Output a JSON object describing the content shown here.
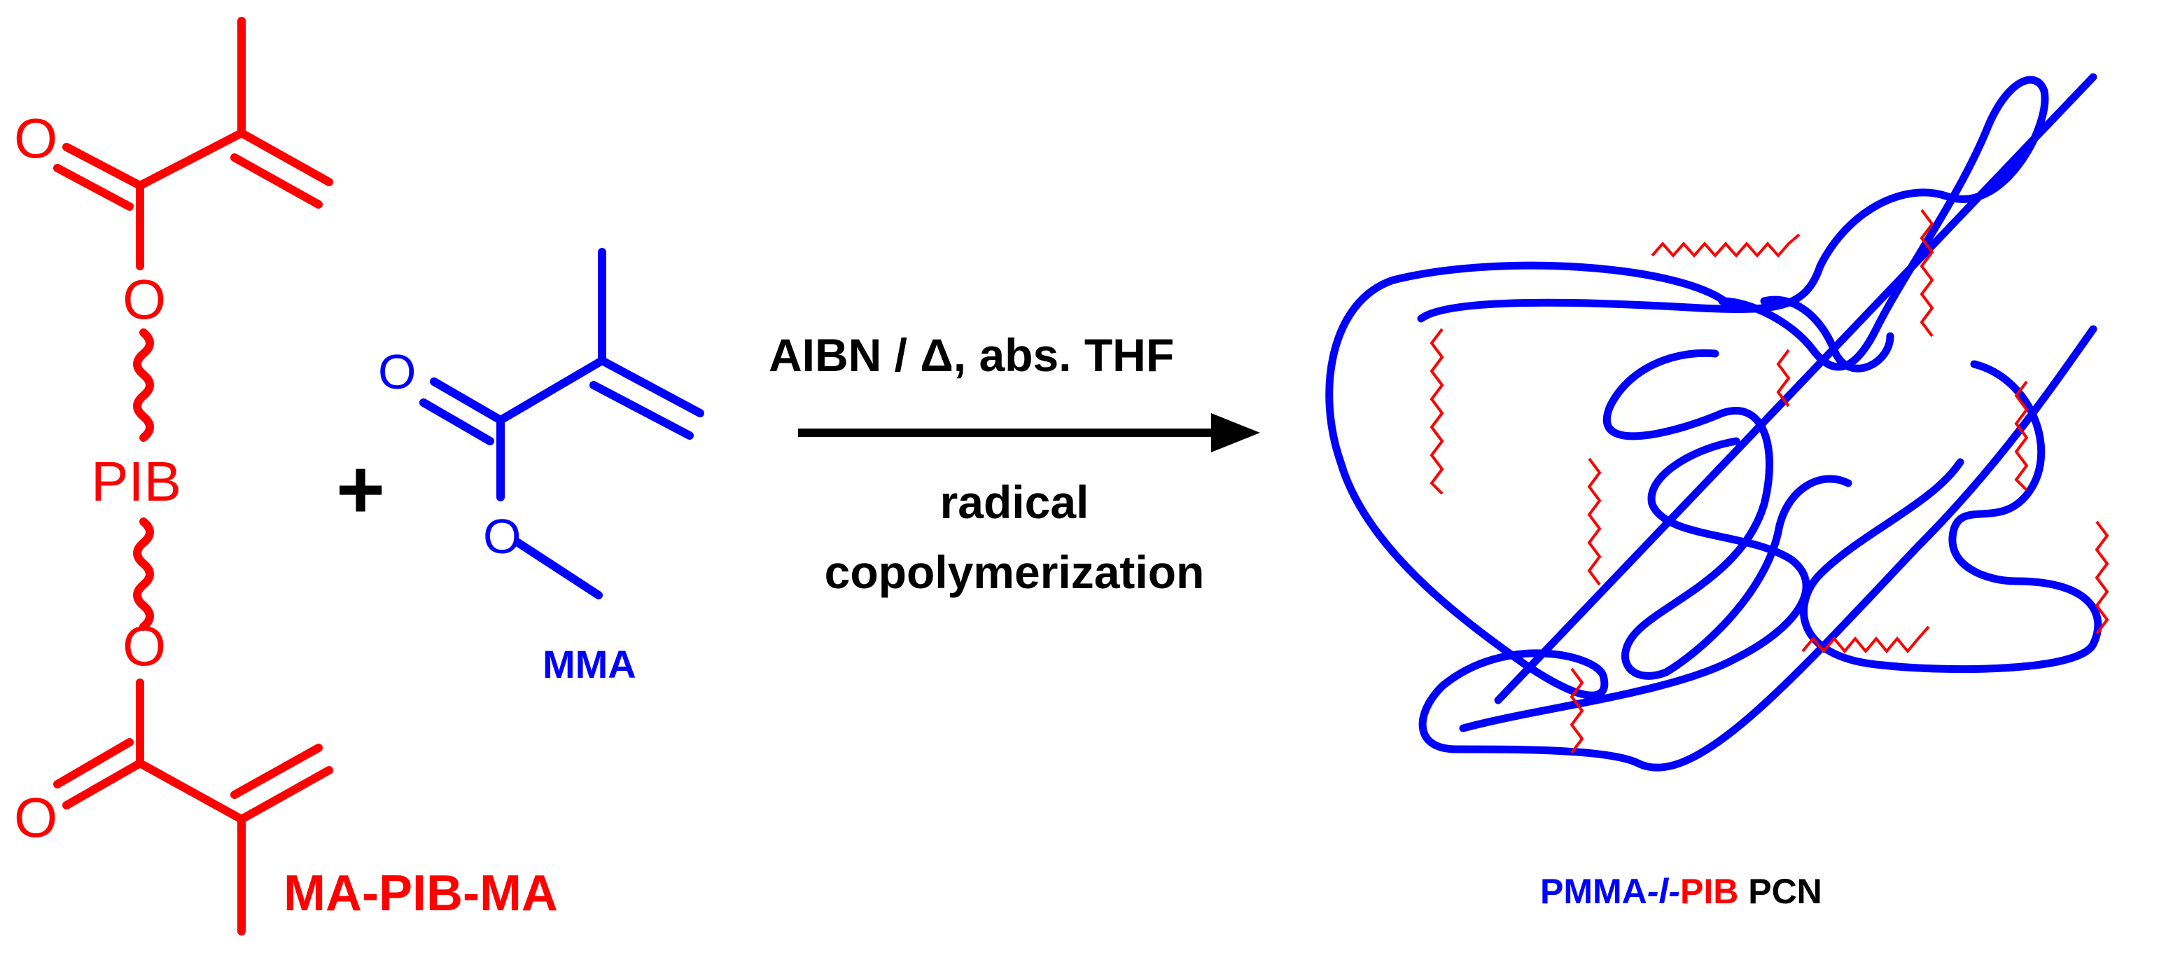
{
  "colors": {
    "crosslinker": "#ff0000",
    "monomer": "#0000ff",
    "arrow": "#000000",
    "background": "#ffffff"
  },
  "crosslinker": {
    "oxygen_top": "O",
    "ester_oxygen_top": "O",
    "pib": "PIB",
    "ester_oxygen_bottom": "O",
    "oxygen_bottom": "O",
    "name": "MA-PIB-MA"
  },
  "plus": "+",
  "monomer": {
    "carbonyl_oxygen": "O",
    "ester_oxygen": "O",
    "name": "MMA"
  },
  "reaction": {
    "conditions_above": "AIBN / Δ, abs. THF",
    "conditions_below_line1": "radical",
    "conditions_below_line2": "copolymerization"
  },
  "product": {
    "name_part1": "PMMA",
    "name_part2": "-l-",
    "name_part3": "PIB",
    "name_part4": " PCN"
  }
}
